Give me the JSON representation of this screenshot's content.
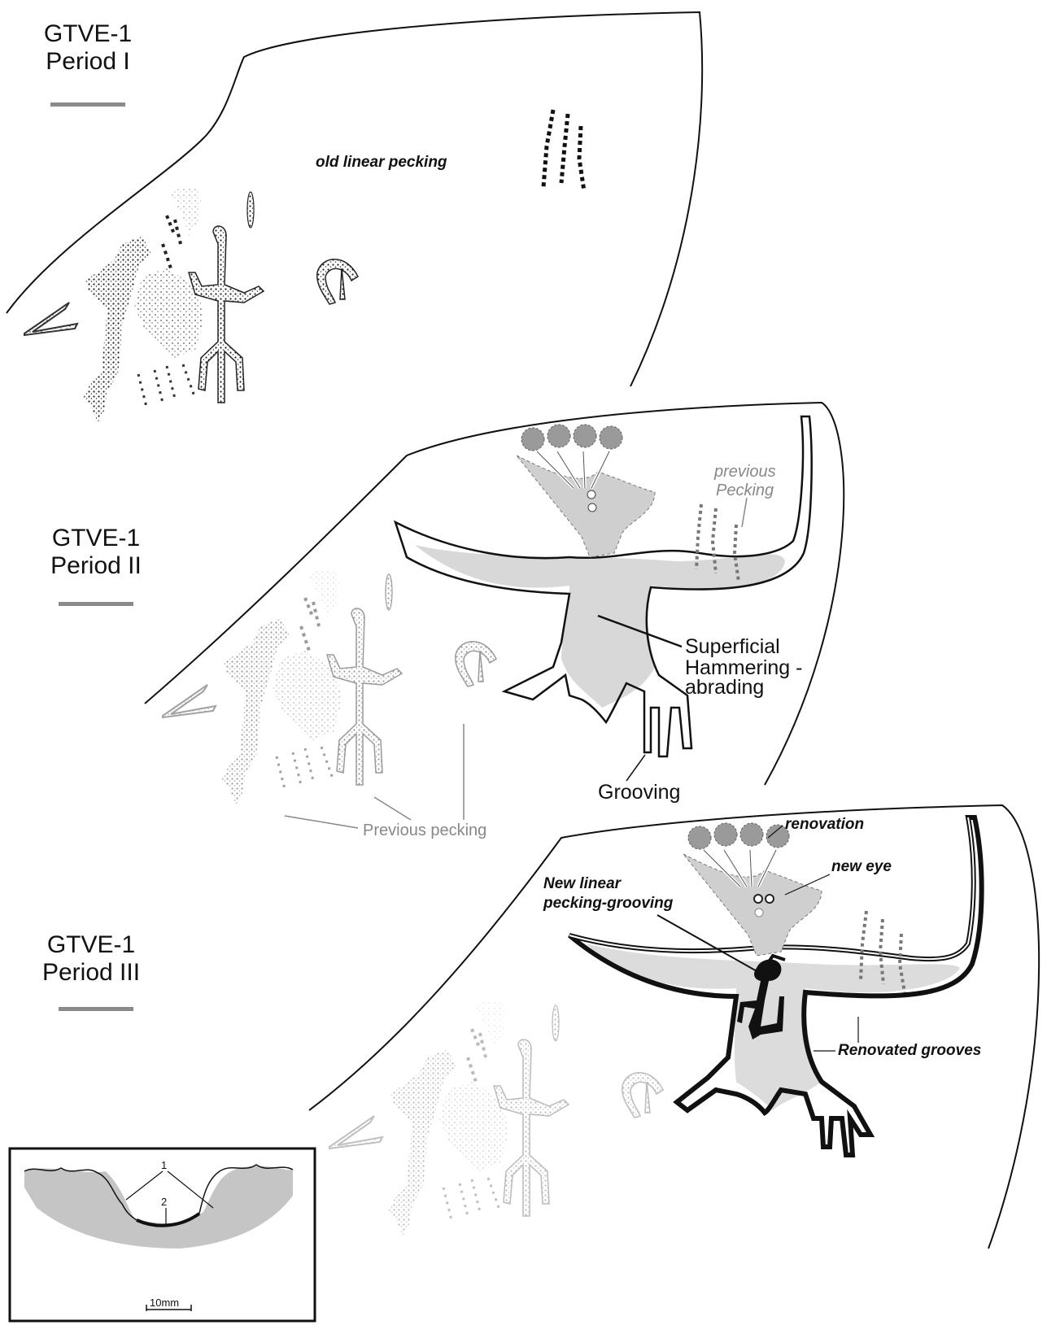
{
  "panels": [
    {
      "code": "GTVE-1",
      "period": "Period I"
    },
    {
      "code": "GTVE-1",
      "period": "Period II"
    },
    {
      "code": "GTVE-1",
      "period": "Period III"
    }
  ],
  "labels": {
    "old_linear_pecking": "old linear pecking",
    "previous_pecking_top": "previous",
    "previous_pecking_bottom": "Pecking",
    "superficial_1": "Superficial",
    "superficial_2": "Hammering -",
    "superficial_3": "abrading",
    "grooving": "Grooving",
    "previous_pecking_p2": "Previous pecking",
    "renovation": "renovation",
    "new_eye": "new eye",
    "new_linear_1": "New linear",
    "new_linear_2": "pecking-grooving",
    "renovated_grooves": "Renovated grooves"
  },
  "inset": {
    "marker_1": "1",
    "marker_2": "2",
    "scale": "10mm"
  },
  "colors": {
    "bar": "#8a8a8a",
    "hammering": "#d6d6d6",
    "groove_dark": "#111111",
    "faded": "#b5b5b5"
  }
}
